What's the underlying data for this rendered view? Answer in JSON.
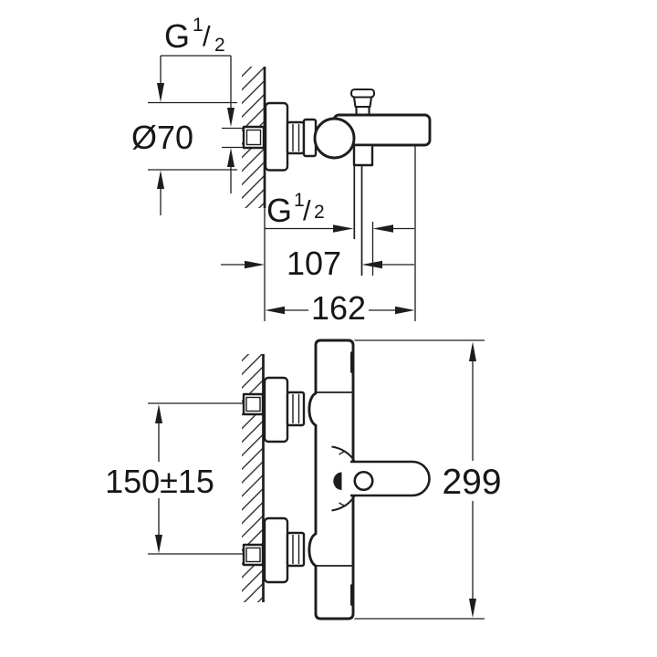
{
  "colors": {
    "background": "#ffffff",
    "line": "#1d1d1b",
    "text": "#161616"
  },
  "drawing": {
    "type": "technical-dimension-drawing",
    "subject": "wall-mounted bath/shower mixer tap",
    "views": {
      "plan": {
        "labels": {
          "inlet_thread": {
            "g": "G",
            "num": "1",
            "slash": "/",
            "den": "2"
          },
          "escutcheon_diameter": "Ø70",
          "outlet_thread": {
            "g": "G",
            "num": "1",
            "slash": "/",
            "den": "2"
          },
          "outlet_offset": "107",
          "projection": "162"
        }
      },
      "elevation": {
        "labels": {
          "connection_spacing": "150±15",
          "overall_height": "299"
        }
      }
    }
  }
}
